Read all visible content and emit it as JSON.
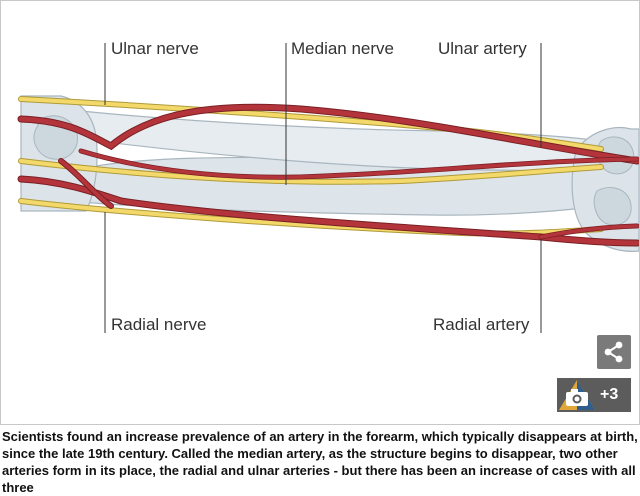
{
  "diagram": {
    "labels": {
      "ulnar_nerve": "Ulnar nerve",
      "median_nerve": "Median nerve",
      "ulnar_artery": "Ulnar artery",
      "radial_nerve": "Radial nerve",
      "radial_artery": "Radial artery"
    },
    "colors": {
      "artery": "#b3353b",
      "nerve": "#f2d96a",
      "bone": "#dde5ea"
    }
  },
  "controls": {
    "share_icon": "share-icon",
    "gallery_icon": "camera-icon",
    "gallery_count": "+3"
  },
  "caption": "Scientists found an increase prevalence of an artery in the forearm, which typically disappears at birth, since the late 19th century. Called the median artery, as the structure begins to disappear, two other arteries form in its place, the radial and ulnar arteries - but there has been an increase of cases with all three"
}
